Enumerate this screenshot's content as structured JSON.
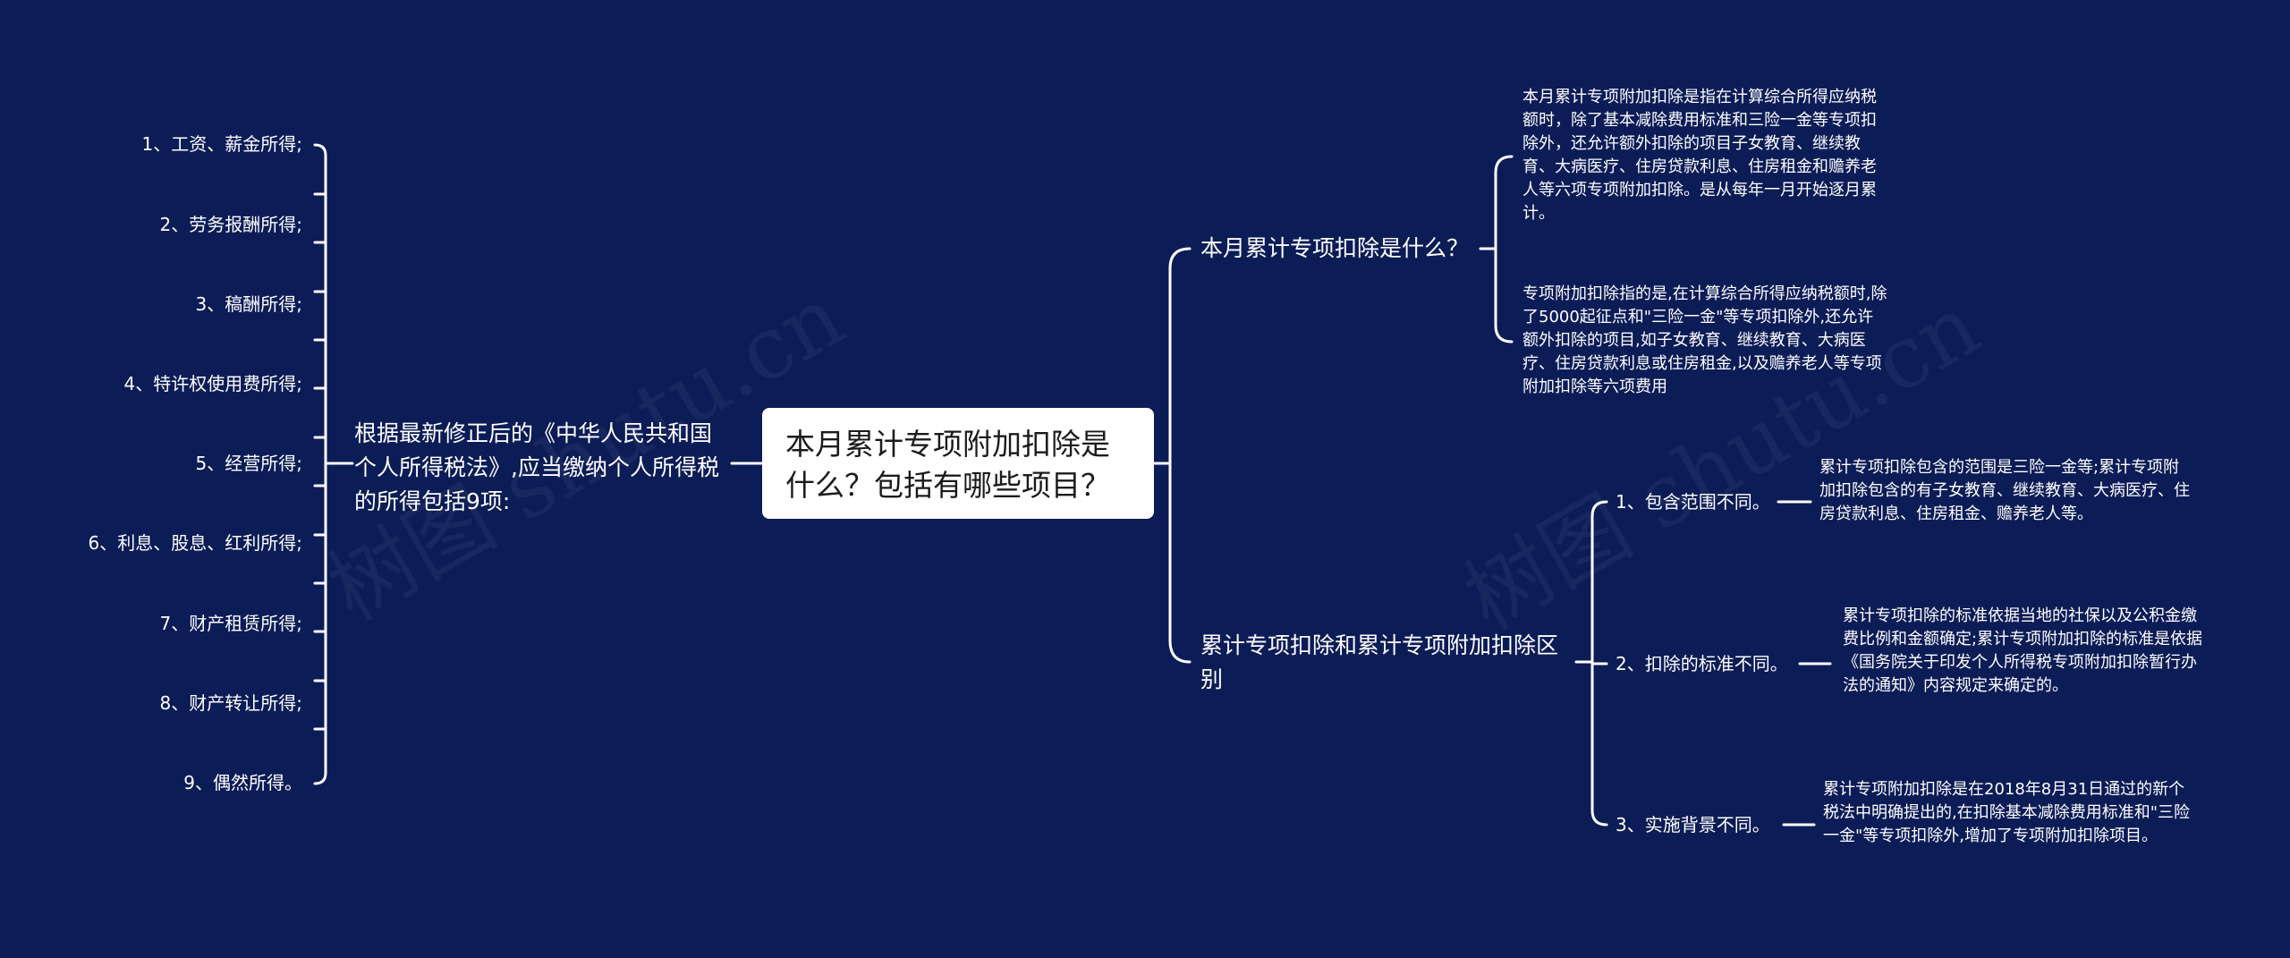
{
  "root": {
    "title": "本月累计专项附加扣除是什么？包括有哪些项目？"
  },
  "left_branch": {
    "label": "根据最新修正后的《中华人民共和国个人所得税法》,应当缴纳个人所得税的所得包括9项:",
    "items": [
      "1、工资、薪金所得;",
      "2、劳务报酬所得;",
      "3、稿酬所得;",
      "4、特许权使用费所得;",
      "5、经营所得;",
      "6、利息、股息、红利所得;",
      "7、财产租赁所得;",
      "8、财产转让所得;",
      "9、偶然所得。"
    ]
  },
  "right_top": {
    "label": "本月累计专项扣除是什么？",
    "details": [
      "本月累计专项附加扣除是指在计算综合所得应纳税额时，除了基本减除费用标准和三险一金等专项扣除外，还允许额外扣除的项目子女教育、继续教育、大病医疗、住房贷款利息、住房租金和赡养老人等六项专项附加扣除。是从每年一月开始逐月累计。",
      "专项附加扣除指的是,在计算综合所得应纳税额时,除了5000起征点和\"三险一金\"等专项扣除外,还允许额外扣除的项目,如子女教育、继续教育、大病医疗、住房贷款利息或住房租金,以及赡养老人等专项附加扣除等六项费用"
    ]
  },
  "right_bottom": {
    "label": "累计专项扣除和累计专项附加扣除区别",
    "items": [
      {
        "label": "1、包含范围不同。",
        "detail": "累计专项扣除包含的范围是三险一金等;累计专项附加扣除包含的有子女教育、继续教育、大病医疗、住房贷款利息、住房租金、赡养老人等。"
      },
      {
        "label": "2、扣除的标准不同。",
        "detail": "累计专项扣除的标准依据当地的社保以及公积金缴费比例和金额确定;累计专项附加扣除的标准是依据《国务院关于印发个人所得税专项附加扣除暂行办法的通知》内容规定来确定的。"
      },
      {
        "label": "3、实施背景不同。",
        "detail": "累计专项附加扣除是在2018年8月31日通过的新个税法中明确提出的,在扣除基本减除费用标准和\"三险一金\"等专项扣除外,增加了专项附加扣除项目。"
      }
    ]
  },
  "watermark": "树图 shutu.cn"
}
